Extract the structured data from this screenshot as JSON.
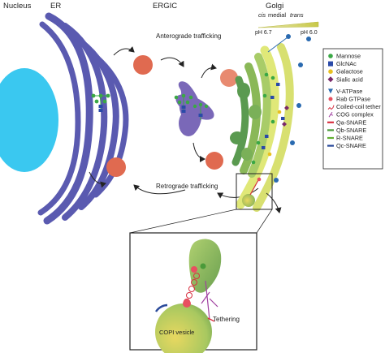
{
  "labels": {
    "nucleus": "Nucleus",
    "er": "ER",
    "ergic": "ERGIC",
    "golgi": "Golgi",
    "cis": "cis",
    "medial": "medial",
    "trans": "trans",
    "ph_cis": "pH 6.7",
    "ph_trans": "pH 6.0",
    "anterograde": "Anterograde trafficking",
    "retrograde": "Retrograde trafficking",
    "tethering": "Tethering",
    "vesicle": "COPI vesicle"
  },
  "legend": {
    "sugars": [
      {
        "label": "Mannose",
        "color": "#3aa845",
        "icon": "green-circle-icon"
      },
      {
        "label": "GlcNAc",
        "color": "#2a4aa8",
        "icon": "blue-square-icon"
      },
      {
        "label": "Galactose",
        "color": "#e8c020",
        "icon": "yellow-circle-icon"
      },
      {
        "label": "Sialic acid",
        "color": "#7a2a6a",
        "icon": "purple-diamond-icon"
      }
    ],
    "proteins": [
      {
        "label": "V-ATPase",
        "color": "#2a6ab0",
        "icon": "v-atpase-icon"
      },
      {
        "label": "Rab GTPase",
        "color": "#e85060",
        "icon": "rab-gtpase-icon"
      },
      {
        "label": "Coiled-coil tether",
        "color": "#d83040",
        "icon": "coiled-coil-tether-icon"
      },
      {
        "label": "COG complex",
        "color": "#a040a0",
        "icon": "cog-complex-icon"
      },
      {
        "label": "Qa-SNARE",
        "color": "#d83040",
        "icon": "qa-snare-icon"
      },
      {
        "label": "Qb-SNARE",
        "color": "#4a9a3a",
        "icon": "qb-snare-icon"
      },
      {
        "label": "R-SNARE",
        "color": "#60b030",
        "icon": "r-snare-icon"
      },
      {
        "label": "Qc-SNARE",
        "color": "#2a4a9a",
        "icon": "qc-snare-icon"
      }
    ]
  },
  "colors": {
    "nucleus": "#3ac8f0",
    "er": "#5a5ab0",
    "ergic": "#7a68b8",
    "golgi_cis": "#5a9a50",
    "golgi_trans": "#d8e070",
    "vesicle": "#e06a50"
  }
}
